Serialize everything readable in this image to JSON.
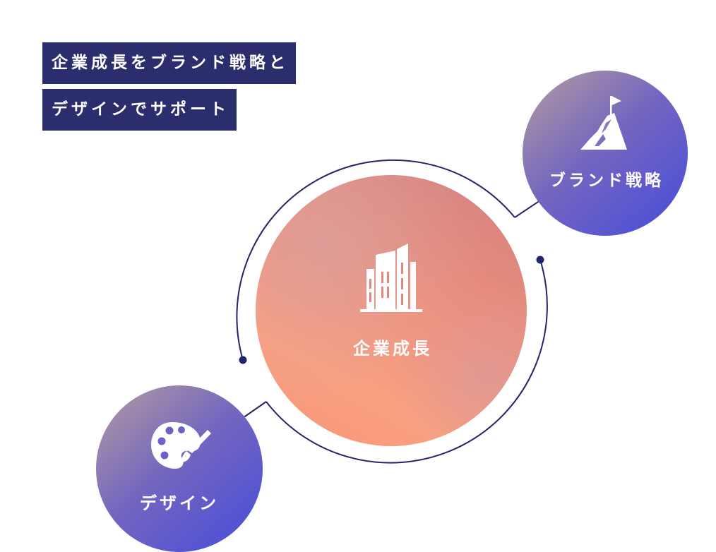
{
  "headline": {
    "line1": "企業成長をブランド戦略と",
    "line2": "デザインでサポート"
  },
  "nodes": {
    "center": {
      "label": "企業成長",
      "icon": "building-icon"
    },
    "brand": {
      "label": "ブランド戦略",
      "icon": "mountain-flag-icon"
    },
    "design": {
      "label": "デザイン",
      "icon": "palette-brush-icon"
    }
  },
  "colors": {
    "navy": "#2b2d6c",
    "ring": "#23246e",
    "orange_light": "#fb9f7c",
    "orange_pink": "#dd8c84",
    "purple_light": "#a08aaa",
    "purple_blue": "#5a58cf"
  }
}
